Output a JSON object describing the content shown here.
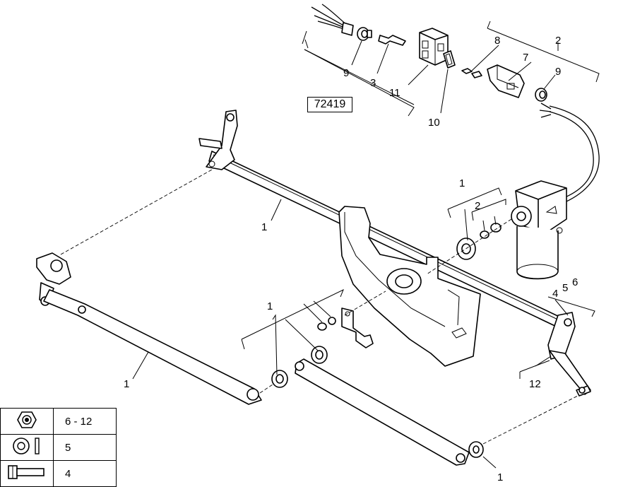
{
  "diagram": {
    "ref_code": "72419",
    "callouts": {
      "c1_upper_tube": "1",
      "c1_left_link": "1",
      "c1_center_washers": "1",
      "c1_lower_link_nut": "1",
      "c1_motor_washer": "1",
      "c2_motor_nuts": "2",
      "c2_connector_group": "2",
      "c3_terminal": "3",
      "c4": "4",
      "c5": "5",
      "c6": "6",
      "c7_connector_housing": "7",
      "c8_pin": "8",
      "c9_grommet_left": "9",
      "c9_grommet_right": "9",
      "c10_seal": "10",
      "c11_plug": "11",
      "c12_pivot": "12"
    }
  },
  "legend": [
    {
      "symbol": "nut-icon",
      "qty": "6 - 12"
    },
    {
      "symbol": "washer-icon",
      "qty": "5"
    },
    {
      "symbol": "bolt-icon",
      "qty": "4"
    }
  ]
}
